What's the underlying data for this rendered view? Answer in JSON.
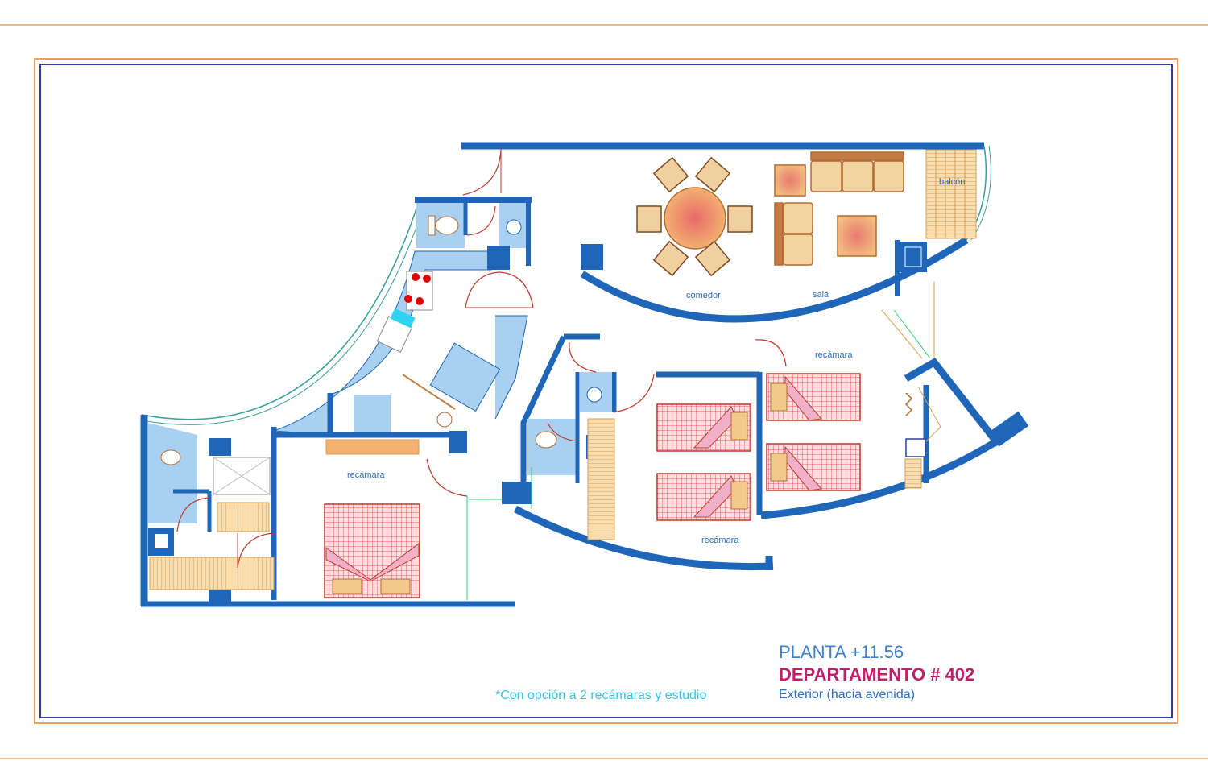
{
  "colors": {
    "wall": "#1f66b8",
    "bath_fill": "#a9d0f0",
    "bed": "#e05a6a",
    "wood": "#f3c98b",
    "frame_outer": "#e8a060",
    "frame_inner": "#2f3e9e"
  },
  "rooms": {
    "comedor": "comedor",
    "sala": "sala",
    "balcon": "balcón",
    "recamara_master": "recámara",
    "recamara_right": "recámara",
    "recamara_center": "recámara"
  },
  "title_block": {
    "planta": "PLANTA +11.56",
    "departamento": "DEPARTAMENTO # 402",
    "ubicacion": "Exterior (hacia avenida)"
  },
  "note": "*Con opción a 2 recámaras y estudio"
}
